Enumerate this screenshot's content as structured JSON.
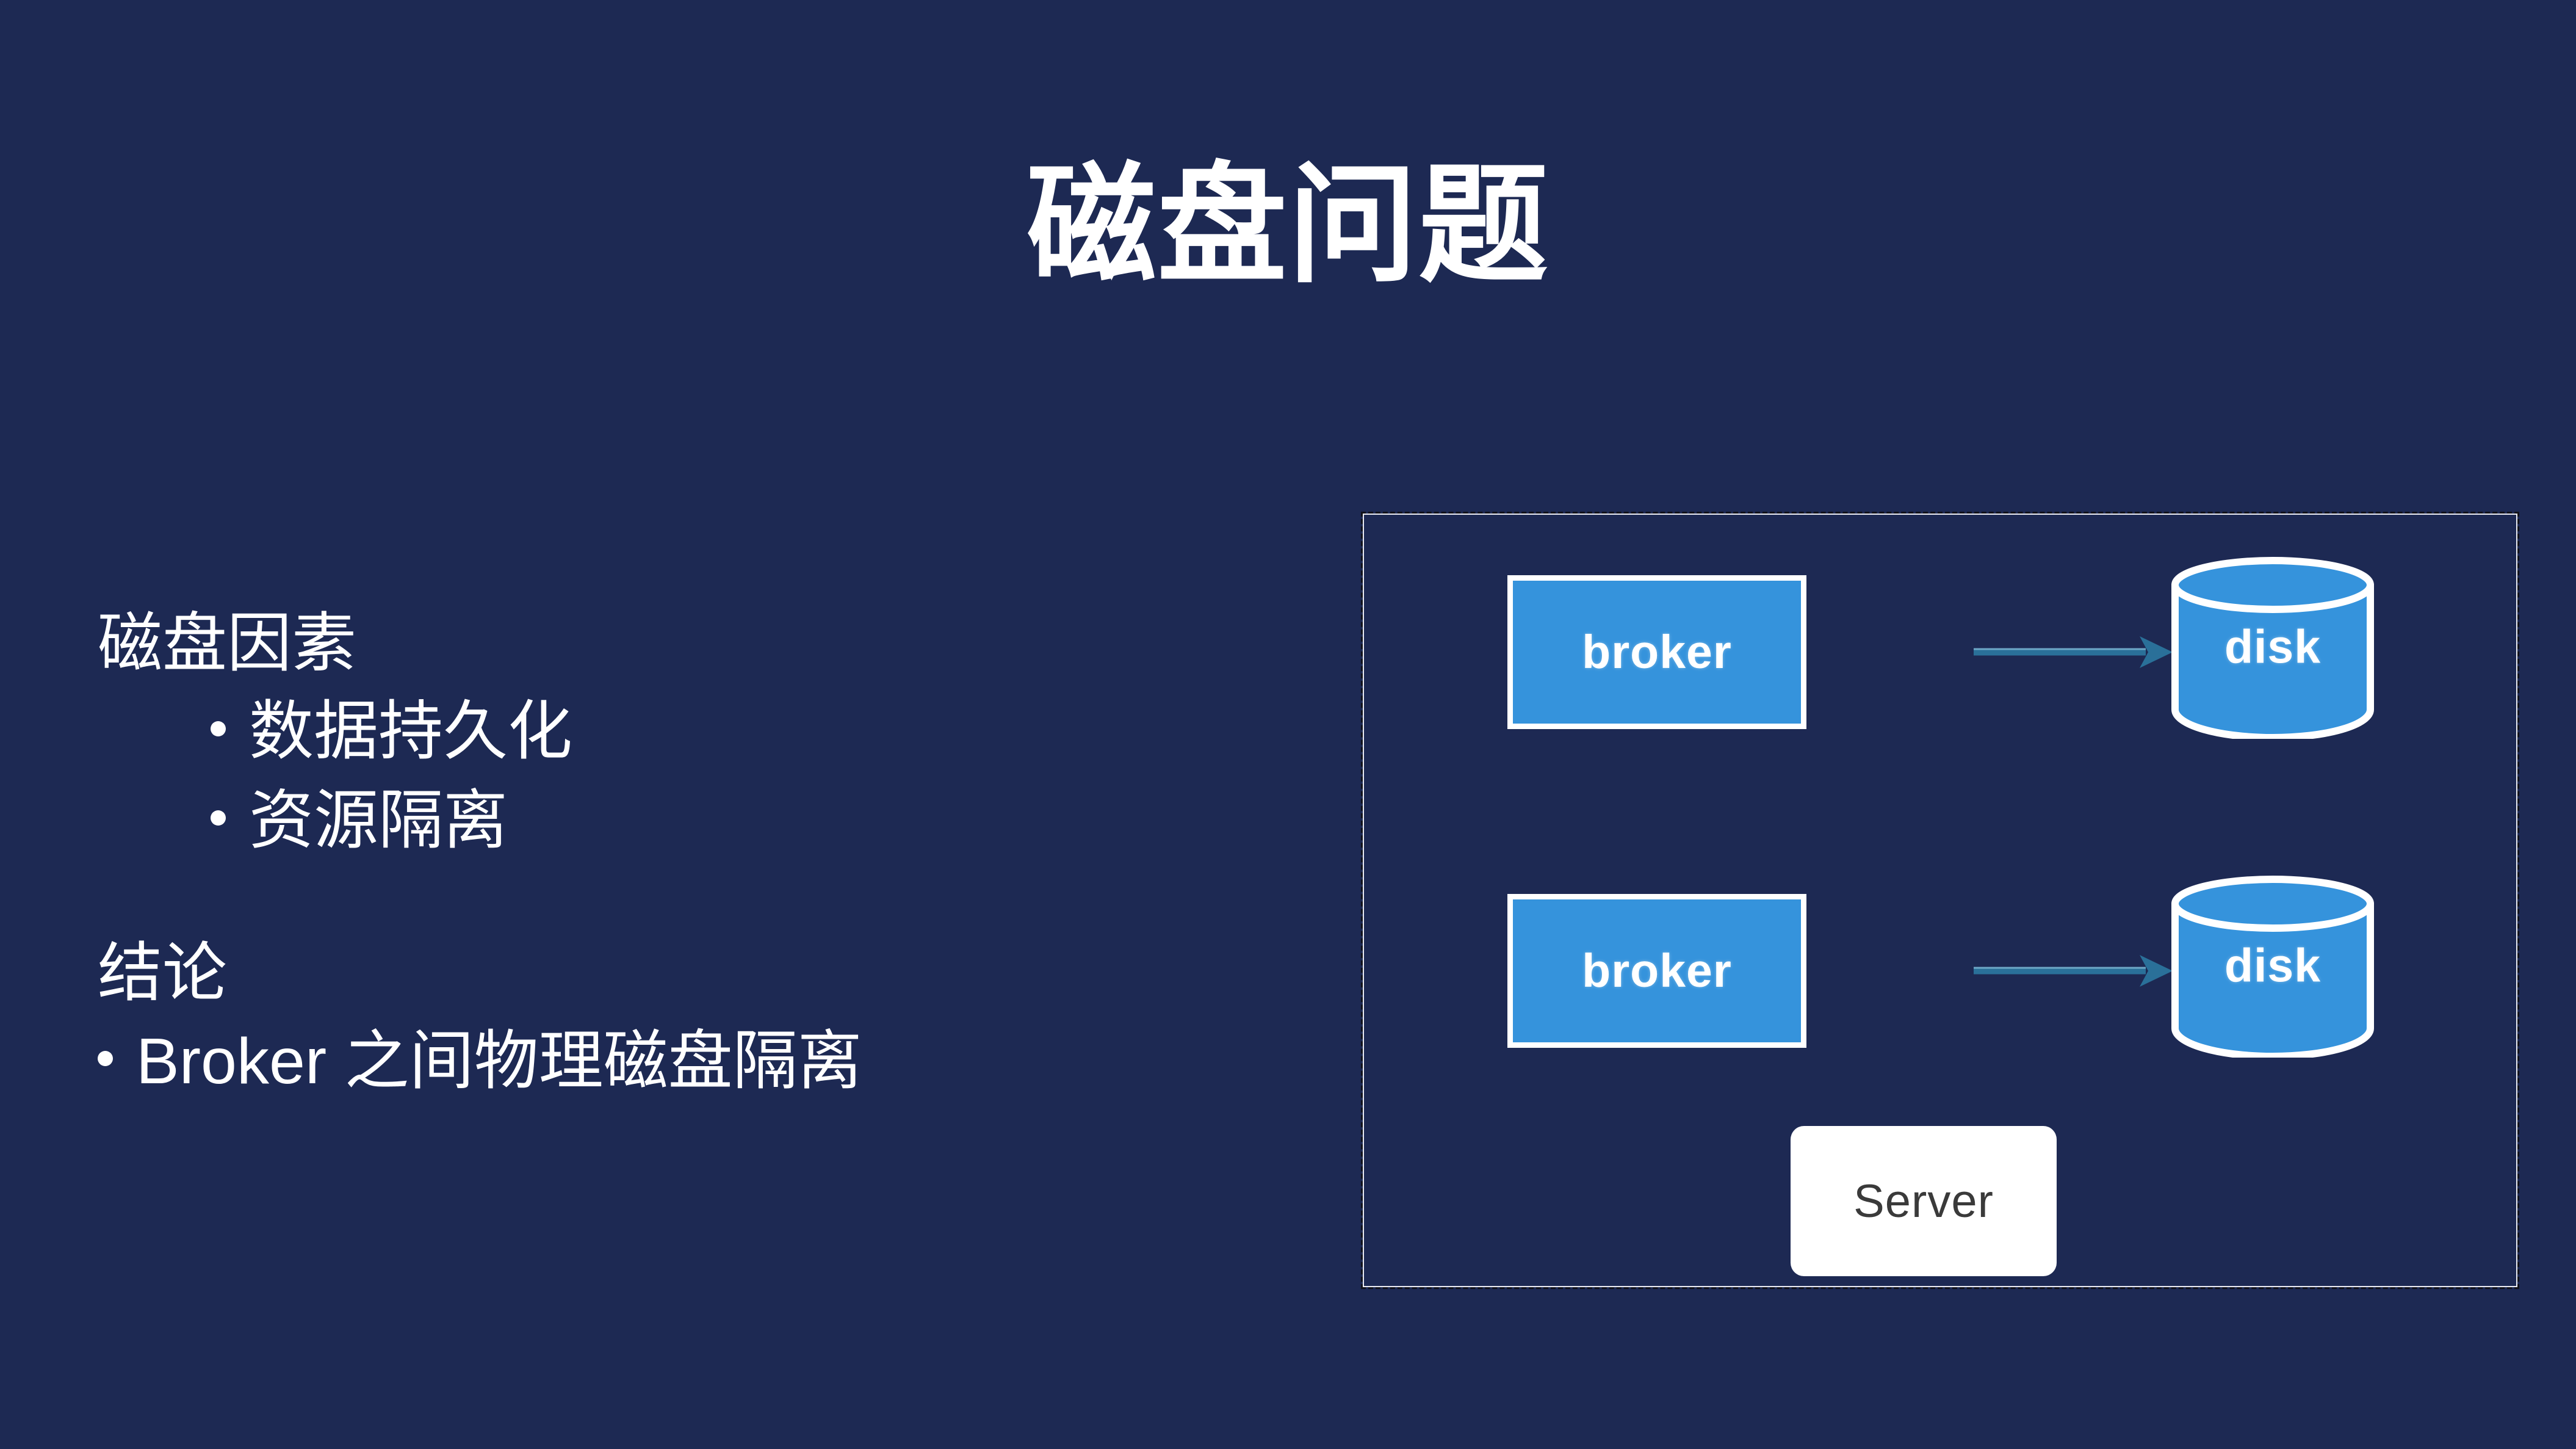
{
  "slide": {
    "title": "磁盘问题",
    "background_color": "#1d2953",
    "text_color": "#ffffff"
  },
  "left_column": {
    "sections": [
      {
        "heading": "磁盘因素",
        "bullets": [
          "数据持久化",
          "资源隔离"
        ]
      },
      {
        "heading": "结论",
        "bullets": [
          "Broker 之间物理磁盘隔离"
        ]
      }
    ]
  },
  "diagram": {
    "container_label": "server-boundary",
    "border_style": "dashed",
    "accent_color": "#3593dc",
    "arrow_color": "#2a7099",
    "rows": [
      {
        "source": "broker",
        "target": "disk"
      },
      {
        "source": "broker",
        "target": "disk"
      }
    ],
    "server_label": "Server"
  }
}
